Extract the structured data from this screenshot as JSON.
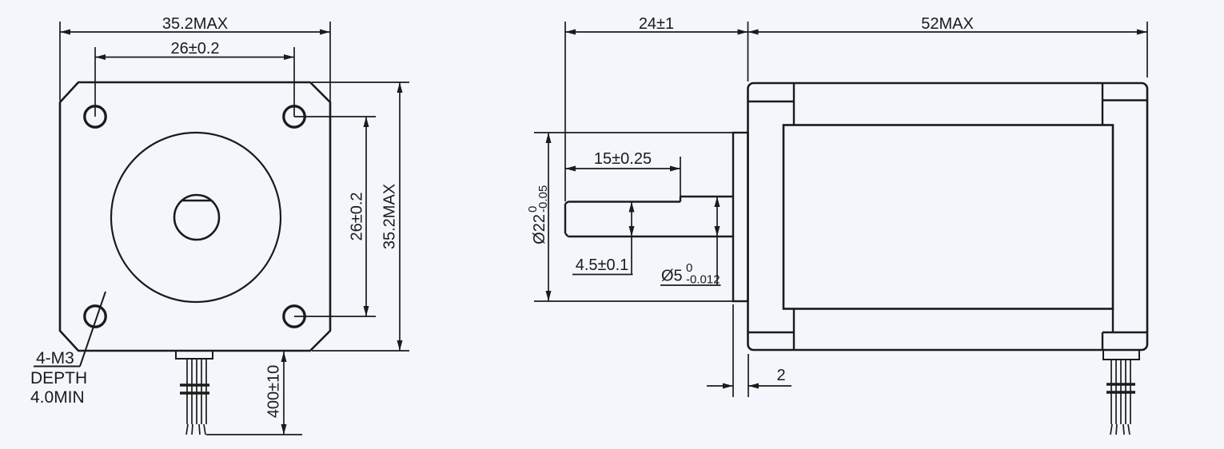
{
  "colors": {
    "background": "#f3f6fa",
    "ink": "#1b1b1b"
  },
  "front_view": {
    "dim_overall_width": "35.2MAX",
    "dim_hole_pitch_horizontal": "26±0.2",
    "dim_hole_pitch_vertical": "26±0.2",
    "dim_overall_height": "35.2MAX",
    "dim_lead_wire_length": "400±10",
    "mounting_hole_note": {
      "line1": "4-M3",
      "line2": "DEPTH",
      "line3": "4.0MIN"
    }
  },
  "side_view": {
    "dim_front_section_length": "24±1",
    "dim_body_length": "52MAX",
    "dim_shaft_flat_length": "15±0.25",
    "dim_pilot_boss_diameter": {
      "main": "Ø22",
      "sup": "0",
      "sub": "-0.05"
    },
    "dim_shaft_flat_height": "4.5±0.1",
    "dim_shaft_diameter": {
      "main": "Ø5",
      "sup": "0",
      "sub": "-0.012"
    },
    "dim_pilot_boss_thickness": "2"
  }
}
